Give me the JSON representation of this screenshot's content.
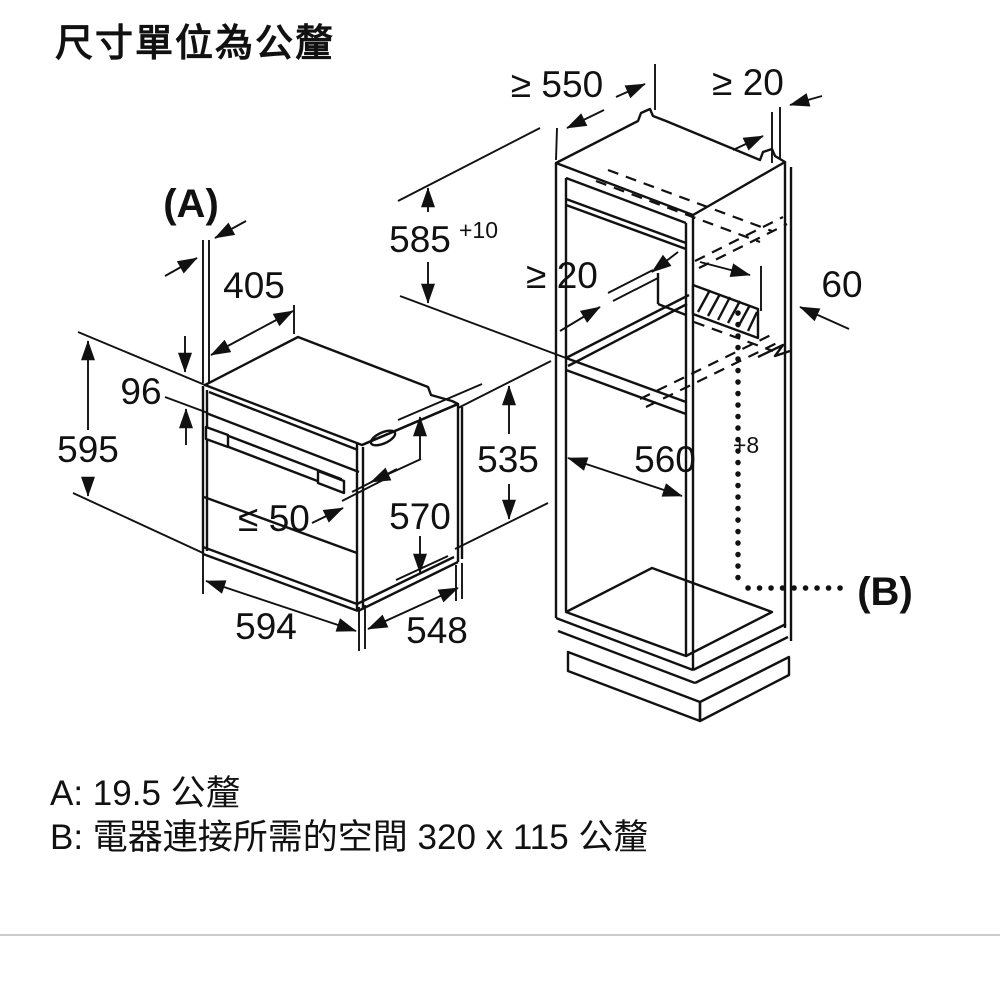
{
  "title": "尺寸單位為公釐",
  "colors": {
    "line": "#111111",
    "background": "#ffffff",
    "divider": "#cccccc"
  },
  "oven": {
    "label_a": "(A)",
    "d405": "405",
    "d96": "96",
    "d595": "595",
    "d50": "≤ 50",
    "d570": "570",
    "d535": "535",
    "d594": "594",
    "d548": "548"
  },
  "cabinet": {
    "d550": "≥ 550",
    "d20_top": "≥ 20",
    "d585": "585",
    "d585_tol": "+10",
    "d20_mid": "≥ 20",
    "d60": "60",
    "d560": "560",
    "d560_tol": "+8",
    "label_b": "(B)"
  },
  "notes": {
    "a": "A: 19.5 公釐",
    "b": "B: 電器連接所需的空間 320 x 115 公釐"
  }
}
